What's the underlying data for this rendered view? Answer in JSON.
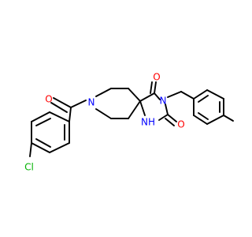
{
  "colors": {
    "bond": "#000000",
    "oxygen": "#ff0000",
    "nitrogen": "#0000ff",
    "chlorine": "#00b200"
  },
  "atoms": {
    "o_amide": "O",
    "n_piperidine": "N",
    "o_upper": "O",
    "n_imide": "N",
    "nh": "NH",
    "o_lower": "O",
    "cl": "Cl"
  }
}
